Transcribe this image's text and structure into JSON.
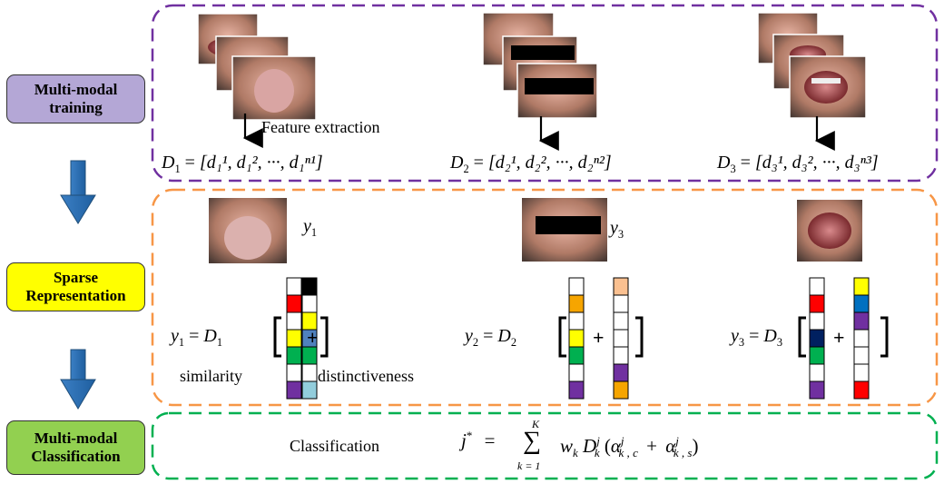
{
  "stages": [
    {
      "name": "Multi-modal training",
      "line1": "Multi-modal",
      "line2": "training",
      "color": "#b4a7d6"
    },
    {
      "name": "Sparse Representation",
      "line1": "Sparse",
      "line2": "Representation",
      "color": "#ffff00"
    },
    {
      "name": "Multi-modal Classification",
      "line1": "Multi-modal",
      "line2": "Classification",
      "color": "#92d050"
    }
  ],
  "training": {
    "feature_extraction": "Feature extraction",
    "dictionaries": [
      {
        "d": "D",
        "sub": "1",
        "items": "[d₁¹, d₁², ···, d₁ⁿ¹]"
      },
      {
        "d": "D",
        "sub": "2",
        "items": "[d₂¹, d₂², ···, d₂ⁿ²]"
      },
      {
        "d": "D",
        "sub": "3",
        "items": "[d₃¹, d₃², ···, d₃ⁿ³]"
      }
    ]
  },
  "sparse": {
    "samples": [
      {
        "var": "y",
        "sub": "1"
      },
      {
        "var": "y",
        "sub": "3"
      }
    ],
    "equations": [
      {
        "lhs_var": "y",
        "lhs_sub": "1",
        "rhs_var": "D",
        "rhs_sub": "1"
      },
      {
        "lhs_var": "y",
        "lhs_sub": "2",
        "rhs_var": "D",
        "rhs_sub": "2"
      },
      {
        "lhs_var": "y",
        "lhs_sub": "3",
        "rhs_var": "D",
        "rhs_sub": "3"
      }
    ],
    "similarity_label": "similarity",
    "distinctiveness_label": "distinctiveness",
    "plus": "+",
    "vectors": [
      [
        "#ffffff",
        "#ff0000",
        "#ffffff",
        "#ffff00",
        "#00b050",
        "#ffffff",
        "#7030a0"
      ],
      [
        "#000000",
        "#ffffff",
        "#ffff00",
        "#4f81bd",
        "#00b050",
        "#ffffff",
        "#92cddc"
      ],
      [
        "#ffffff",
        "#f6a500",
        "#ffffff",
        "#ffff00",
        "#00b050",
        "#ffffff",
        "#7030a0"
      ],
      [
        "#fac090",
        "#ffffff",
        "#ffffff",
        "#ffffff",
        "#ffffff",
        "#7030a0",
        "#f6a500"
      ],
      [
        "#ffffff",
        "#ff0000",
        "#ffffff",
        "#002060",
        "#00b050",
        "#ffffff",
        "#7030a0"
      ],
      [
        "#ffff00",
        "#0070c0",
        "#7030a0",
        "#ffffff",
        "#ffffff",
        "#ffffff",
        "#ff0000"
      ]
    ]
  },
  "classification": {
    "label": "Classification",
    "formula_lhs": "j",
    "formula_star": "*",
    "equals": "=",
    "sum_upper": "K",
    "sum_lower": "k = 1",
    "sum_symbol": "∑",
    "term": "w",
    "term_sub": "k",
    "dict": "D",
    "dict_sup": "j",
    "dict_sub": "k",
    "alpha": "α",
    "alpha_c_sub": "k , c",
    "alpha_s_sub": "k , s",
    "plus": "+"
  },
  "colors": {
    "training_box": "#7030a0",
    "sparse_box": "#f79646",
    "classification_box": "#00b050",
    "flow_arrow": "#2e75b6"
  }
}
